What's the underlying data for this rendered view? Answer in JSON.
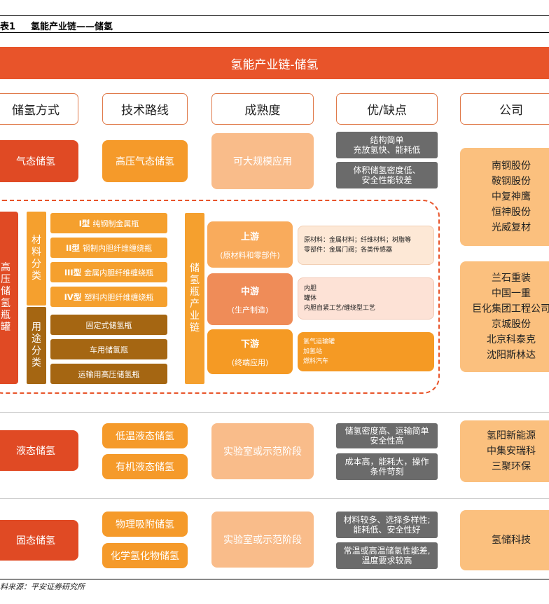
{
  "caption": {
    "label": "表1",
    "title": "氢能产业链——储氢"
  },
  "banner": "氢能产业链-储氢",
  "headers": [
    "储氢方式",
    "技术路线",
    "成熟度",
    "优/缺点",
    "公司"
  ],
  "gas": {
    "method": "气态储氢",
    "route": "高压气态储氢",
    "maturity": "可大规模应用",
    "pros": [
      "结构简单",
      "充放氢快、能耗低"
    ],
    "cons": [
      "体积储氢密度低、",
      "安全性能较差"
    ],
    "companies_a": [
      "南钢股份",
      "鞍钢股份",
      "中复神鹰",
      "恒神股份",
      "光威复材"
    ],
    "companies_b": [
      "兰石重装",
      "中国一重",
      "巨化集团工程公司",
      "京城股份",
      "北京科泰克",
      "沈阳斯林达"
    ]
  },
  "vessel": {
    "left_label": [
      "高",
      "压",
      "储",
      "氢",
      "瓶",
      "罐"
    ],
    "material_label": [
      "材",
      "料",
      "分",
      "类"
    ],
    "use_label": [
      "用",
      "途",
      "分",
      "类"
    ],
    "materials": [
      {
        "type": "I型",
        "desc": "纯钢制金属瓶"
      },
      {
        "type": "II型",
        "desc": "钢制内胆纤维缠绕瓶"
      },
      {
        "type": "III型",
        "desc": "金属内胆纤维缠绕瓶"
      },
      {
        "type": "IV型",
        "desc": "塑料内胆纤维缠绕瓶"
      }
    ],
    "uses": [
      "固定式储氢瓶",
      "车用储氢瓶",
      "运输用高压储氢瓶"
    ],
    "chain_label": [
      "储",
      "氢",
      "瓶",
      "产",
      "业",
      "链"
    ],
    "stages": [
      {
        "name": "上游",
        "sub": "(原材料和零部件)",
        "lines": [
          "原材料：金属材料；纤维材料；树脂等",
          "零部件：金属门阀；各类传感器"
        ]
      },
      {
        "name": "中游",
        "sub": "(生产制造)",
        "lines": [
          "内胆",
          "罐体",
          "内胆自紧工艺/缠绕型工艺"
        ]
      },
      {
        "name": "下游",
        "sub": "(终端应用)",
        "lines": [
          "氢气运输罐",
          "加氢站",
          "燃料汽车"
        ]
      }
    ]
  },
  "liquid": {
    "method": "液态储氢",
    "routes": [
      "低温液态储氢",
      "有机液态储氢"
    ],
    "maturity": "实验室或示范阶段",
    "pros": [
      "储氢密度高、运输简单",
      "安全性高"
    ],
    "cons": [
      "成本高，能耗大，操作",
      "条件苛刻"
    ],
    "companies": [
      "氢阳新能源",
      "中集安瑞科",
      "三聚环保"
    ]
  },
  "solid": {
    "method": "固态储氢",
    "routes": [
      "物理吸附储氢",
      "化学氢化物储氢"
    ],
    "maturity": "实验室或示范阶段",
    "pros": [
      "材料较多、选择多样性;",
      "能耗低、安全性好"
    ],
    "cons": [
      "常温或高温储氢性能差,",
      "温度要求较高"
    ],
    "companies": [
      "氢储科技"
    ]
  },
  "source": "料来源：平安证券研究所",
  "colors": {
    "banner": "#e8542a",
    "red": "#e04a24",
    "orange": "#f59a2a",
    "peach": "#f9bc8a",
    "gray": "#6b6b6b",
    "brown": "#a56612",
    "company": "#fbc07e"
  }
}
